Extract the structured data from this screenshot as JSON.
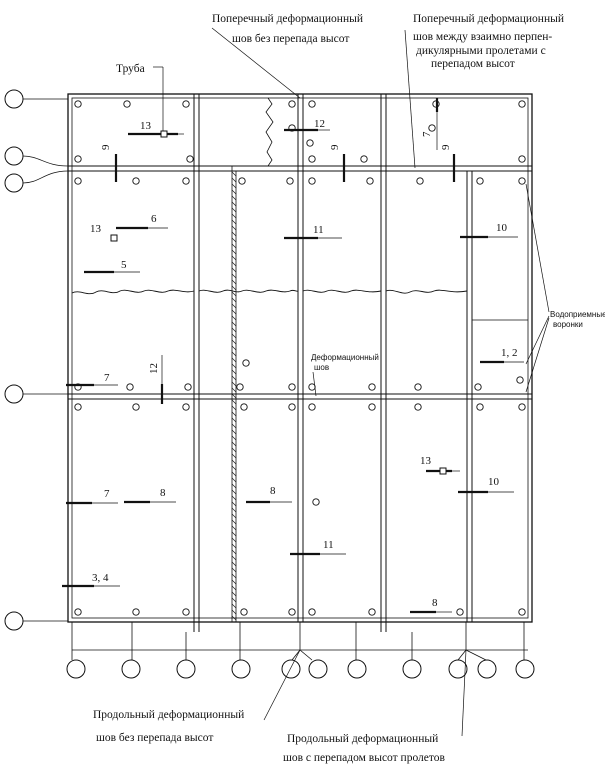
{
  "annotations": {
    "top_center_line1": "Поперечный деформационный",
    "top_center_line2": "шов без перепада высот",
    "top_right_line1": "Поперечный деформационный",
    "top_right_line2": "шов между взаимно перпен-",
    "top_right_line3": "дикулярными пролетами с",
    "top_right_line4": "перепадом высот",
    "pipe": "Труба",
    "funnels_line1": "Водоприемные",
    "funnels_line2": "воронки",
    "def_joint_line1": "Деформационный",
    "def_joint_line2": "шов",
    "bottom_left_line1": "Продольный деформационный",
    "bottom_left_line2": "шов без перепада высот",
    "bottom_right_line1": "Продольный деформационный",
    "bottom_right_line2": "шов с перепадом высот пролетов"
  },
  "markers": {
    "m13a": "13",
    "m12a": "12",
    "m9a": "9",
    "m9b": "9",
    "m7a": "7",
    "m9c": "9",
    "m6": "6",
    "m13b": "13",
    "m11a": "11",
    "m10a": "10",
    "m5": "5",
    "m12b": "12",
    "m7b": "7",
    "m12c": "1, 2",
    "m7c": "7",
    "m8a": "8",
    "m8b": "8",
    "m13c": "13",
    "m10b": "10",
    "m11b": "11",
    "m34": "3, 4",
    "m8c": "8"
  }
}
